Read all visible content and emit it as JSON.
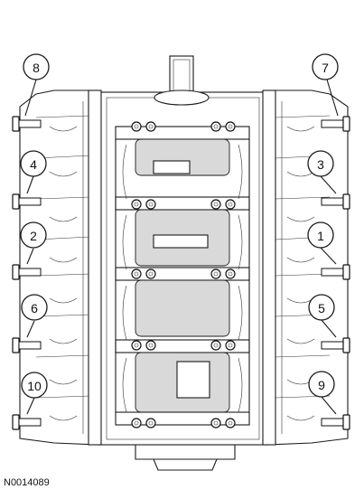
{
  "figure_id": "N0014089",
  "callouts": [
    {
      "label": "8"
    },
    {
      "label": "7"
    },
    {
      "label": "4"
    },
    {
      "label": "3"
    },
    {
      "label": "2"
    },
    {
      "label": "1"
    },
    {
      "label": "6"
    },
    {
      "label": "5"
    },
    {
      "label": "10"
    },
    {
      "label": "9"
    }
  ]
}
